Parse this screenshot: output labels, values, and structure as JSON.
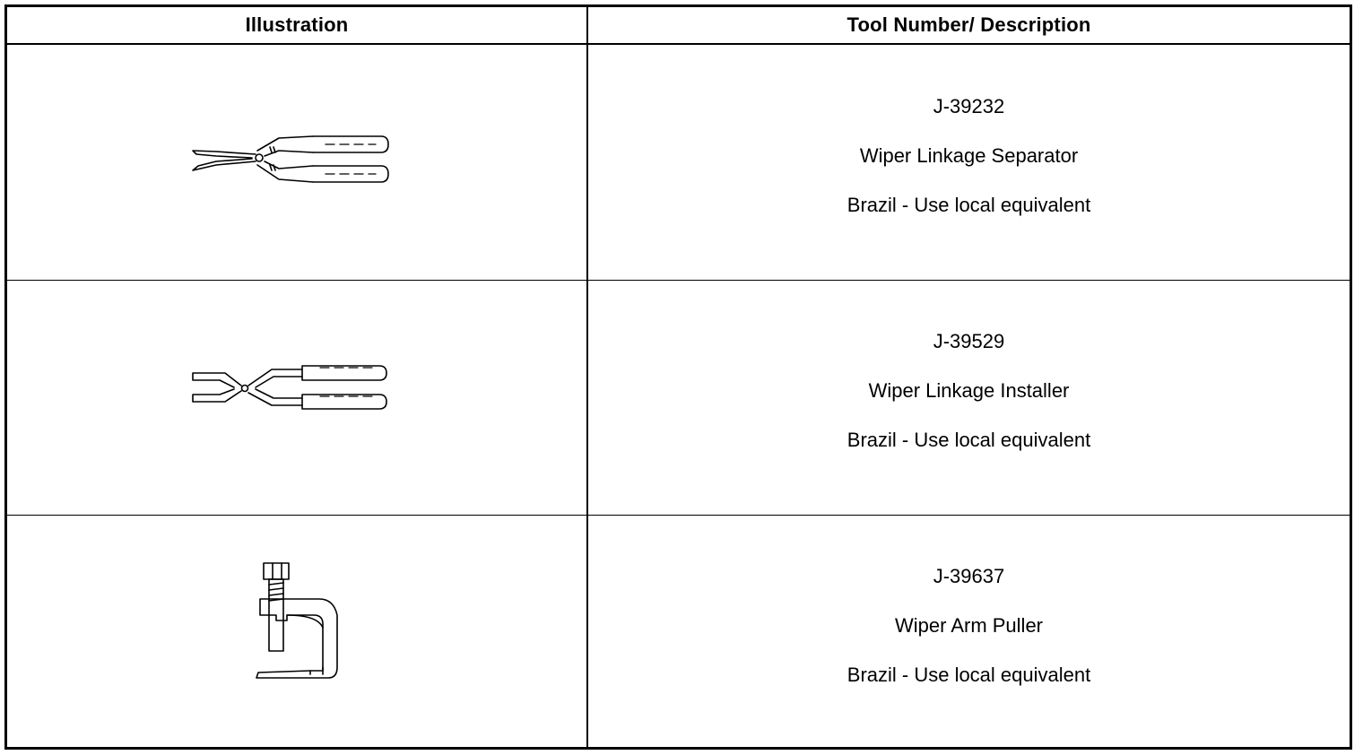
{
  "header": {
    "illustration": "Illustration",
    "description": "Tool Number/ Description"
  },
  "tools": [
    {
      "icon": "pliers-separator-icon",
      "number": "J-39232",
      "name": "Wiper Linkage Separator",
      "note": "Brazil - Use local equivalent"
    },
    {
      "icon": "pliers-installer-icon",
      "number": "J-39529",
      "name": "Wiper Linkage Installer",
      "note": "Brazil - Use local equivalent"
    },
    {
      "icon": "c-clamp-puller-icon",
      "number": "J-39637",
      "name": "Wiper Arm Puller",
      "note": "Brazil - Use local equivalent"
    }
  ]
}
